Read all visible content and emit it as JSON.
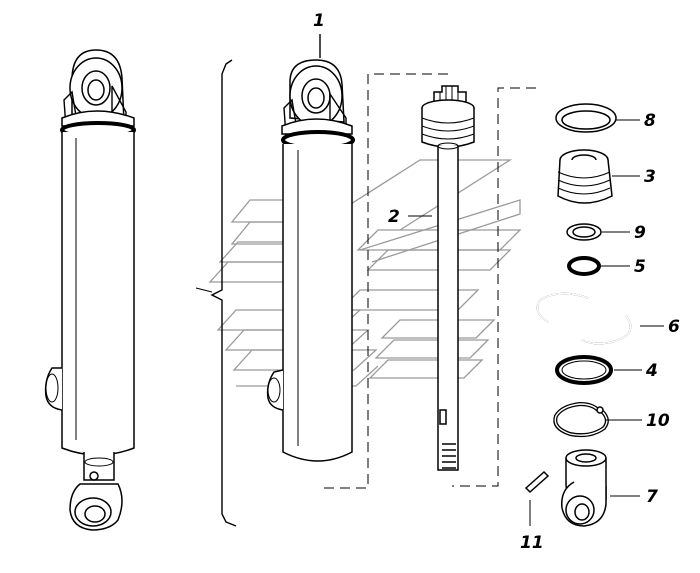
{
  "diagram": {
    "assembly_label": "1",
    "callouts": [
      {
        "id": "p2",
        "number": "2"
      },
      {
        "id": "p8",
        "number": "8"
      },
      {
        "id": "p3",
        "number": "3"
      },
      {
        "id": "p9",
        "number": "9"
      },
      {
        "id": "p5",
        "number": "5"
      },
      {
        "id": "p6",
        "number": "6"
      },
      {
        "id": "p4",
        "number": "4"
      },
      {
        "id": "p10",
        "number": "10"
      },
      {
        "id": "p7",
        "number": "7"
      },
      {
        "id": "p11",
        "number": "11"
      }
    ]
  }
}
